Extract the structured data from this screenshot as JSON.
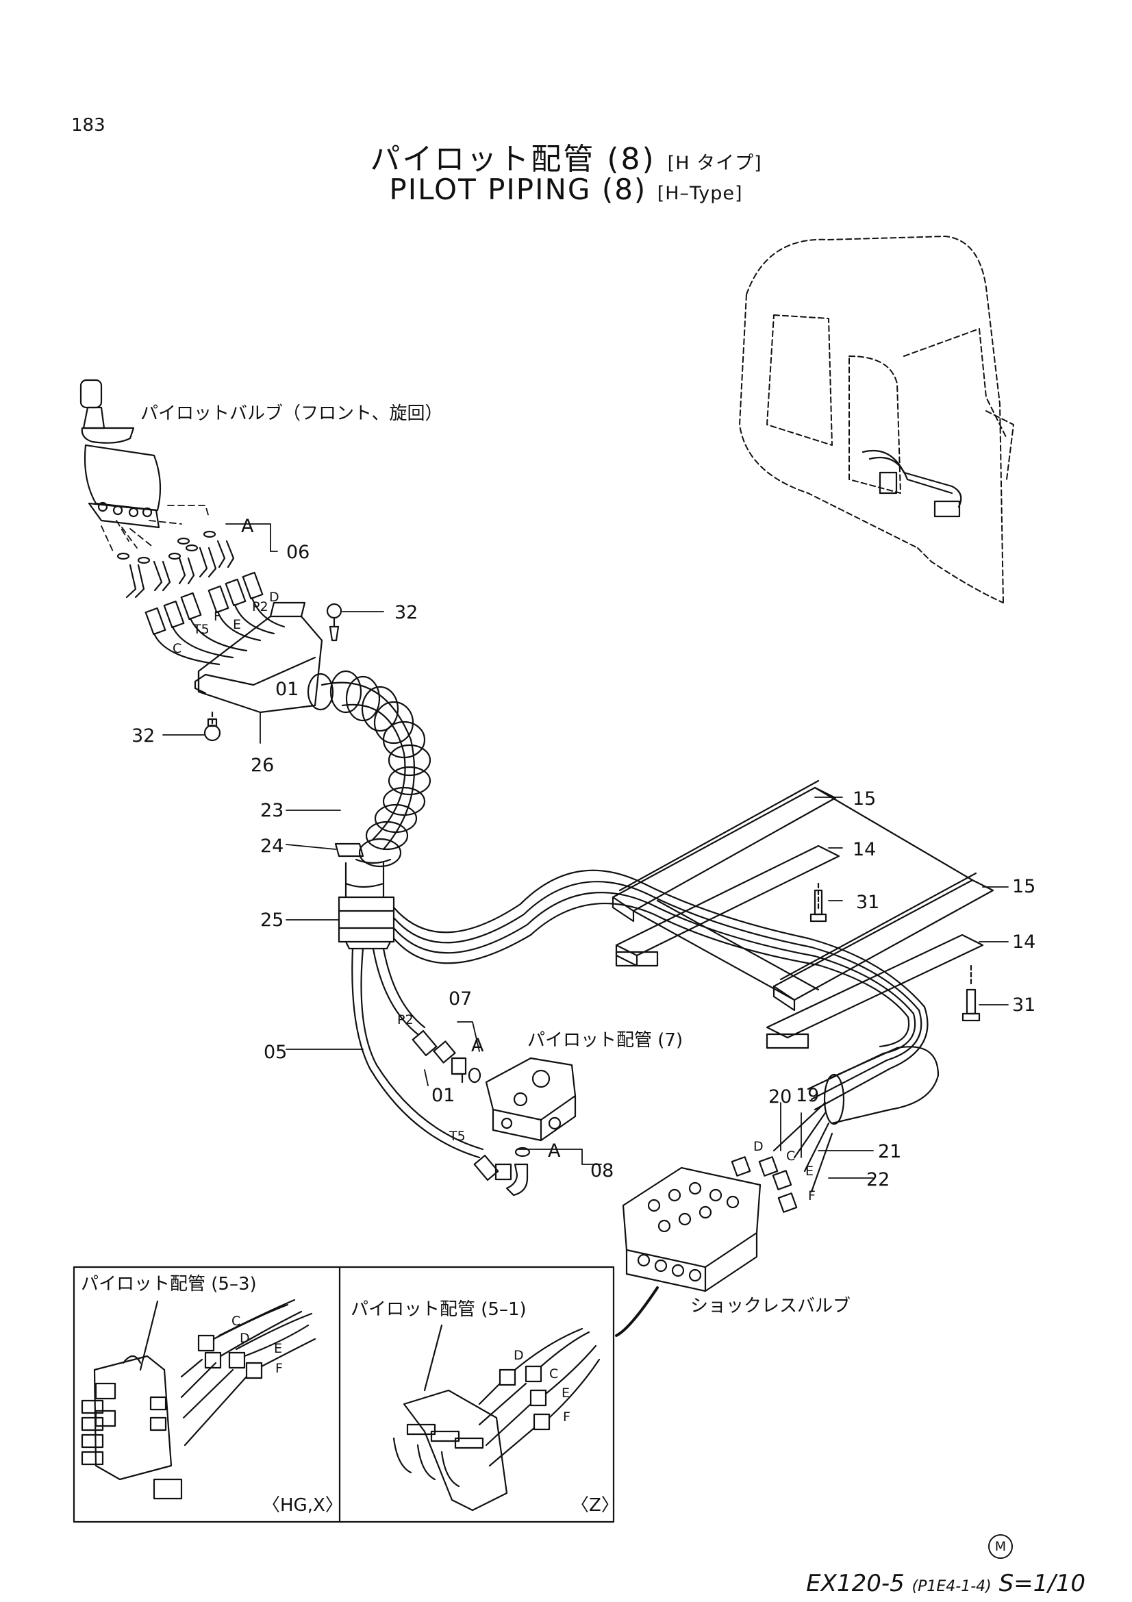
{
  "header": {
    "page_number": "183",
    "title_ja": "パイロット配管 (8)",
    "title_ja_sub": "[H タイプ]",
    "title_en": "PILOT PIPING (8)",
    "title_en_sub": "[H–Type]"
  },
  "callouts": {
    "c01": "01",
    "c05": "05",
    "c06": "06",
    "c07": "07",
    "c08": "08",
    "c14a": "14",
    "c14b": "14",
    "c15a": "15",
    "c15b": "15",
    "c19": "19",
    "c20": "20",
    "c21": "21",
    "c22": "22",
    "c23": "23",
    "c24": "24",
    "c25": "25",
    "c26": "26",
    "c31a": "31",
    "c31b": "31",
    "c32a": "32",
    "c32b": "32",
    "refA1": "A",
    "refA2": "A",
    "refA3": "A"
  },
  "port_labels": {
    "p2_top": "P2",
    "d_top": "D",
    "f_top": "F",
    "e_top": "E",
    "t5_top": "T5",
    "c_top": "C",
    "p2_mid": "P2",
    "t5_mid": "T5",
    "d_right": "D",
    "c_right": "C",
    "e_right": "E",
    "f_right": "F",
    "c_inset1": "C",
    "d_inset1": "D",
    "e_inset1": "E",
    "f_inset1": "F",
    "d_inset2": "D",
    "c_inset2": "C",
    "e_inset2": "E",
    "f_inset2": "F"
  },
  "notes": {
    "pilot_valve": "パイロットバルブ（フロント、旋回）",
    "pilot_piping_7": "パイロット配管 (7)",
    "shockless_valve": "ショックレスバルブ",
    "inset_left_title": "パイロット配管 (5–3)",
    "inset_left_variant": "〈HG,X〉",
    "inset_right_title": "パイロット配管 (5–1)",
    "inset_right_variant": "〈Z〉"
  },
  "footer": {
    "mark": "M",
    "model": "EX120-5",
    "code": "(P1E4-1-4)",
    "scale": "S=1/10"
  }
}
